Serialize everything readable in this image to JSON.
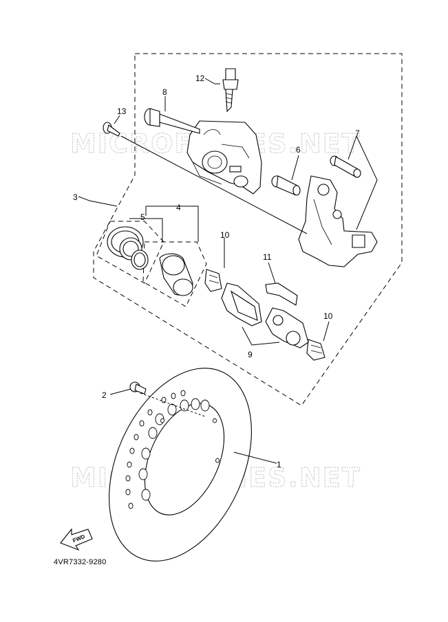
{
  "diagram": {
    "reference_code": "4VR7332-9280",
    "watermark": "MICROFICHES.NET",
    "fwd_label": "FWD",
    "callouts": [
      {
        "id": "c1",
        "label": "1"
      },
      {
        "id": "c2",
        "label": "2"
      },
      {
        "id": "c3",
        "label": "3"
      },
      {
        "id": "c4",
        "label": "4"
      },
      {
        "id": "c5",
        "label": "5"
      },
      {
        "id": "c6",
        "label": "6"
      },
      {
        "id": "c7",
        "label": "7"
      },
      {
        "id": "c8",
        "label": "8"
      },
      {
        "id": "c9",
        "label": "9"
      },
      {
        "id": "c10a",
        "label": "10"
      },
      {
        "id": "c10b",
        "label": "10"
      },
      {
        "id": "c11",
        "label": "11"
      },
      {
        "id": "c12",
        "label": "12"
      },
      {
        "id": "c13",
        "label": "13"
      }
    ]
  }
}
